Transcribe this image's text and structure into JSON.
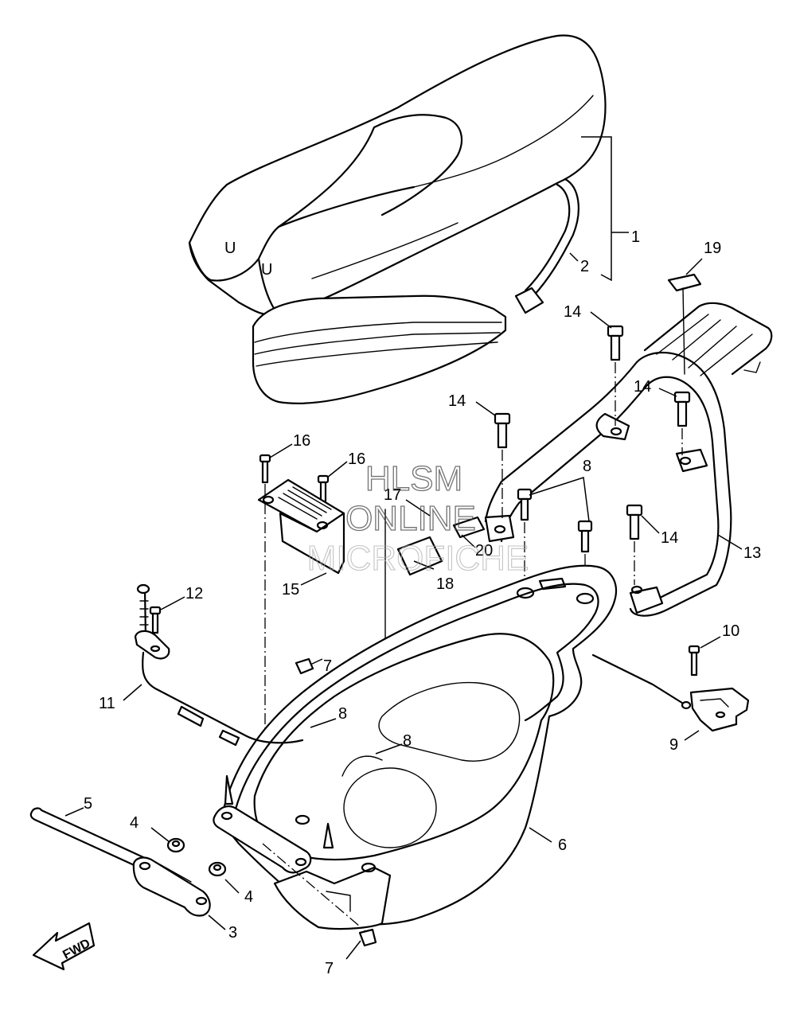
{
  "watermark": {
    "line1": "HLSM",
    "line2": "ONLINE",
    "line3": "MICROFICHE"
  },
  "direction_marker": "FWD",
  "seat_marks": [
    "U",
    "U"
  ],
  "callouts": [
    {
      "id": "c1",
      "label": "1"
    },
    {
      "id": "c2",
      "label": "2"
    },
    {
      "id": "c3",
      "label": "3"
    },
    {
      "id": "c4a",
      "label": "4"
    },
    {
      "id": "c4b",
      "label": "4"
    },
    {
      "id": "c5",
      "label": "5"
    },
    {
      "id": "c6",
      "label": "6"
    },
    {
      "id": "c7a",
      "label": "7"
    },
    {
      "id": "c7b",
      "label": "7"
    },
    {
      "id": "c8a",
      "label": "8"
    },
    {
      "id": "c8b",
      "label": "8"
    },
    {
      "id": "c8c",
      "label": "8"
    },
    {
      "id": "c9",
      "label": "9"
    },
    {
      "id": "c10",
      "label": "10"
    },
    {
      "id": "c11",
      "label": "11"
    },
    {
      "id": "c12",
      "label": "12"
    },
    {
      "id": "c13",
      "label": "13"
    },
    {
      "id": "c14a",
      "label": "14"
    },
    {
      "id": "c14b",
      "label": "14"
    },
    {
      "id": "c14c",
      "label": "14"
    },
    {
      "id": "c14d",
      "label": "14"
    },
    {
      "id": "c15",
      "label": "15"
    },
    {
      "id": "c16a",
      "label": "16"
    },
    {
      "id": "c16b",
      "label": "16"
    },
    {
      "id": "c17",
      "label": "17"
    },
    {
      "id": "c18",
      "label": "18"
    },
    {
      "id": "c19",
      "label": "19"
    },
    {
      "id": "c20",
      "label": "20"
    }
  ]
}
